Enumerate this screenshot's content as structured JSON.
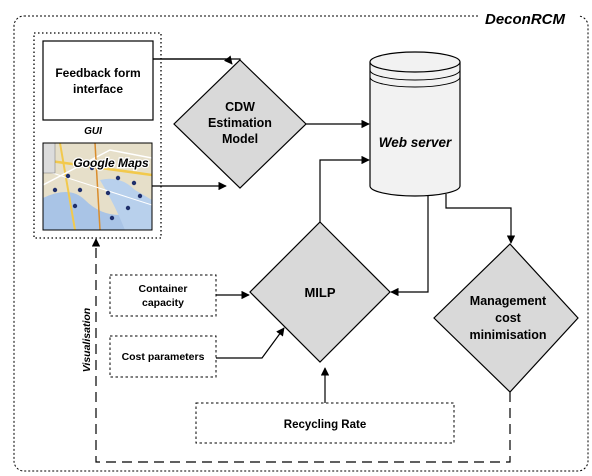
{
  "title": "DeconRCM",
  "gui": {
    "feedback_line1": "Feedback form",
    "feedback_line2": "interface",
    "gui_label": "GUI",
    "maps_label": "Google Maps"
  },
  "cdw": {
    "line1": "CDW",
    "line2": "Estimation",
    "line3": "Model"
  },
  "web_server": "Web server",
  "milp": "MILP",
  "management": {
    "line1": "Management",
    "line2": "cost",
    "line3": "minimisation"
  },
  "container": {
    "line1": "Container",
    "line2": "capacity"
  },
  "cost_parameters": "Cost parameters",
  "recycling_rate": "Recycling Rate",
  "visualisation": "Visualisation",
  "colors": {
    "diamond_fill": "#d9d9d9",
    "server_fill": "#f2f2f2",
    "stroke": "#000000"
  },
  "icons": [
    "map-thumbnail"
  ]
}
